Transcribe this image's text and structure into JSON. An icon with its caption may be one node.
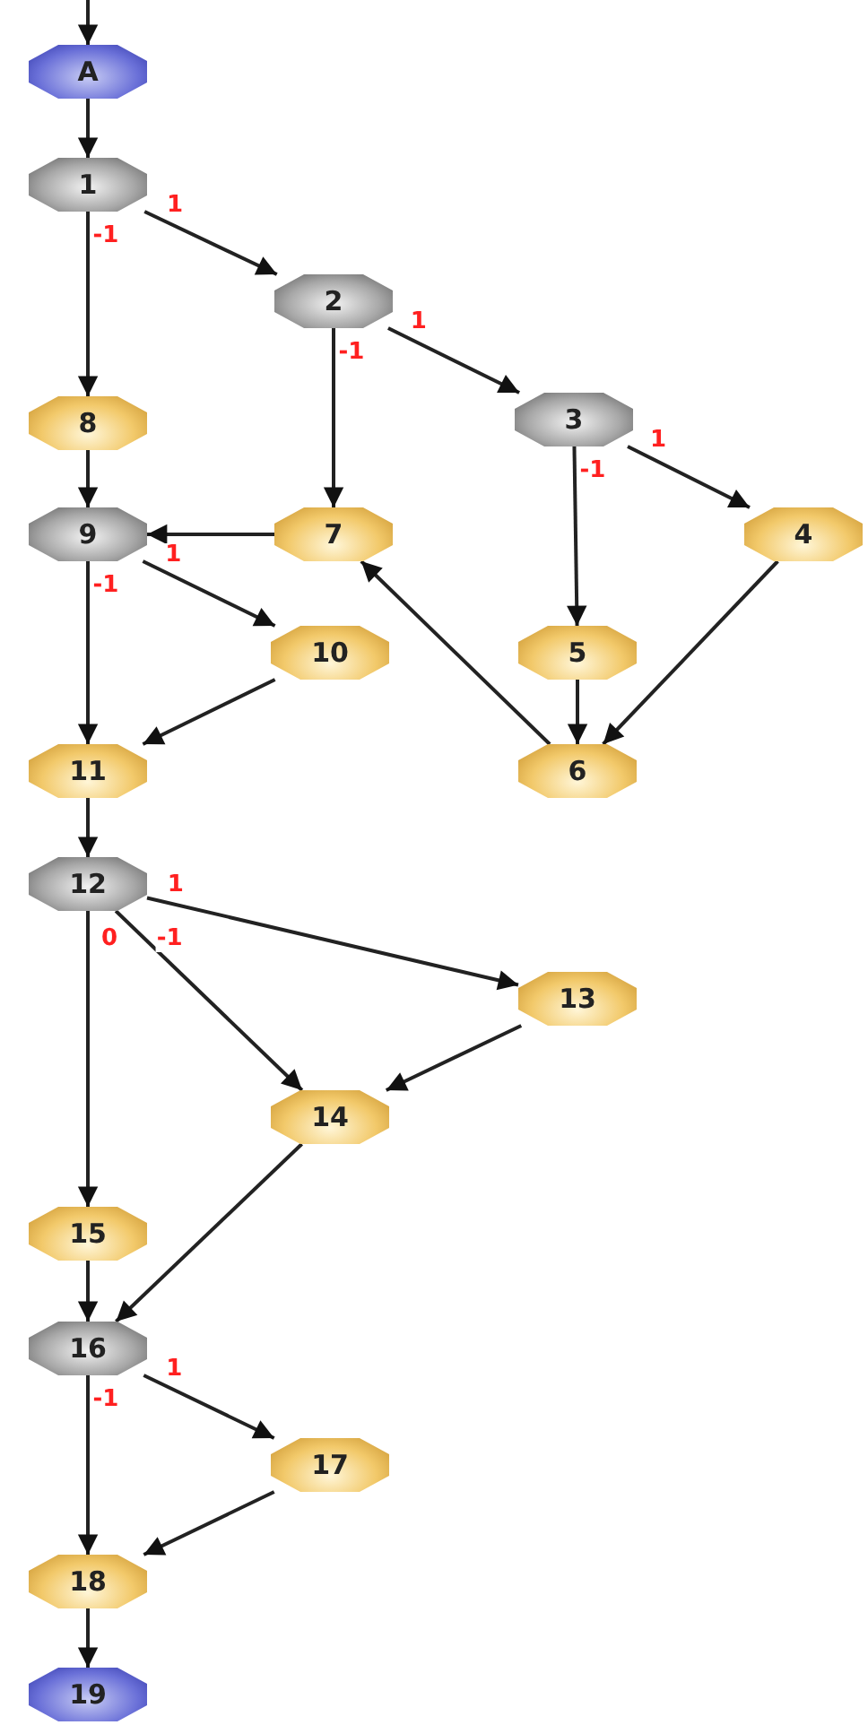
{
  "diagram": {
    "nodes": [
      {
        "text": [
          "A"
        ]
      },
      {
        "text": [
          "1"
        ]
      },
      {
        "text": [
          "2"
        ]
      },
      {
        "text": [
          "3"
        ]
      },
      {
        "text": [
          "4"
        ]
      },
      {
        "text": [
          "5"
        ]
      },
      {
        "text": [
          "6"
        ]
      },
      {
        "text": [
          "7"
        ]
      },
      {
        "text": [
          "8"
        ]
      },
      {
        "text": [
          "9"
        ]
      },
      {
        "text": [
          "10"
        ]
      },
      {
        "text": [
          "11"
        ]
      },
      {
        "text": [
          "12"
        ]
      },
      {
        "text": [
          "13"
        ]
      },
      {
        "text": [
          "14"
        ]
      },
      {
        "text": [
          "15"
        ]
      },
      {
        "text": [
          "16"
        ]
      },
      {
        "text": [
          "17"
        ]
      },
      {
        "text": [
          "18"
        ]
      },
      {
        "text": [
          "19"
        ]
      }
    ],
    "edges": [
      {
        "from": null,
        "to": 0,
        "arrow": "to"
      },
      {
        "from": 0,
        "to": 1,
        "arrow": "to"
      },
      {
        "from": 1,
        "to": 2,
        "arrow": "to",
        "label": "1"
      },
      {
        "from": 1,
        "to": 8,
        "arrow": "to",
        "label": "-1"
      },
      {
        "from": 2,
        "to": 3,
        "arrow": "to",
        "label": "1"
      },
      {
        "from": 2,
        "to": 7,
        "arrow": "to",
        "label": "-1"
      },
      {
        "from": 3,
        "to": 4,
        "arrow": "to",
        "label": "1"
      },
      {
        "from": 3,
        "to": 5,
        "arrow": "to",
        "label": "-1"
      },
      {
        "from": 4,
        "to": 6,
        "arrow": "to"
      },
      {
        "from": 5,
        "to": 6,
        "arrow": "to"
      },
      {
        "from": 6,
        "to": 7,
        "arrow": "to"
      },
      {
        "from": 7,
        "to": 9,
        "arrow": "to"
      },
      {
        "from": 8,
        "to": 9,
        "arrow": "to"
      },
      {
        "from": 9,
        "to": 10,
        "arrow": "to",
        "label": "1"
      },
      {
        "from": 9,
        "to": 11,
        "arrow": "to",
        "label": "-1"
      },
      {
        "from": 10,
        "to": 11,
        "arrow": "to"
      },
      {
        "from": 11,
        "to": 12,
        "arrow": "to"
      },
      {
        "from": 12,
        "to": 13,
        "arrow": "to",
        "label": "1"
      },
      {
        "from": 12,
        "to": 14,
        "arrow": "to",
        "label": "-1"
      },
      {
        "from": 12,
        "to": 15,
        "arrow": "to",
        "label": "0"
      },
      {
        "from": 13,
        "to": 14,
        "arrow": "to"
      },
      {
        "from": 14,
        "to": 16,
        "arrow": "to"
      },
      {
        "from": 15,
        "to": 16,
        "arrow": "to"
      },
      {
        "from": 16,
        "to": 17,
        "arrow": "to",
        "label": "1"
      },
      {
        "from": 16,
        "to": 18,
        "arrow": "to",
        "label": "-1"
      },
      {
        "from": 17,
        "to": 18,
        "arrow": "to"
      },
      {
        "from": 18,
        "to": 19,
        "arrow": "to"
      }
    ]
  }
}
